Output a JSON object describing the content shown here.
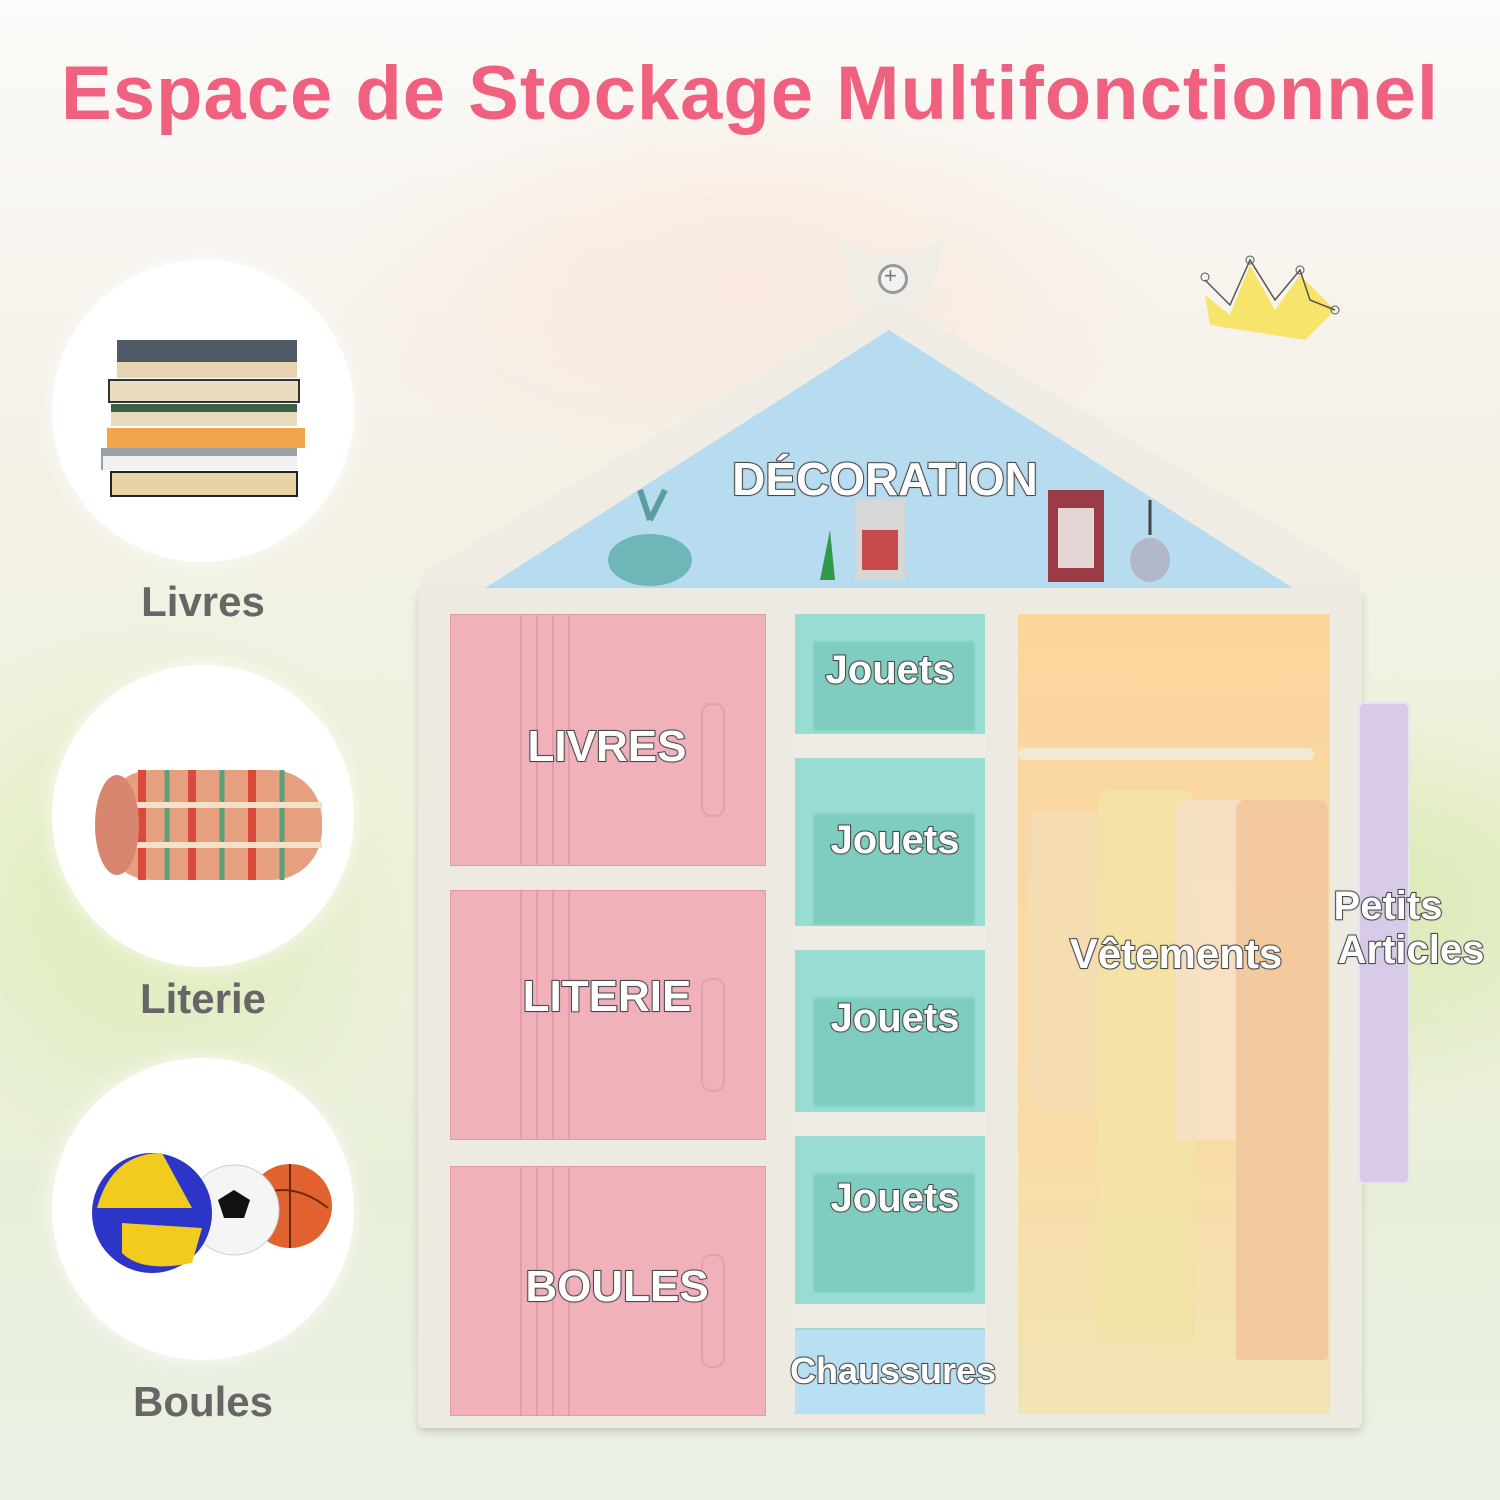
{
  "title": "Espace de Stockage Multifonctionnel",
  "colors": {
    "title": "#f0607f",
    "drawer": "#f0b1bb",
    "bins": "#98dcd3",
    "wardrobe": "#fbd59c",
    "roof": "#b7dbef",
    "pocket": "#d7cbe8"
  },
  "side_items": [
    {
      "label": "Livres",
      "icon": "books-icon"
    },
    {
      "label": "Literie",
      "icon": "blanket-icon"
    },
    {
      "label": "Boules",
      "icon": "balls-icon"
    }
  ],
  "cabinet": {
    "roof_label": "DÉCORATION",
    "drawers": [
      "LIVRES",
      "LITERIE",
      "BOULES"
    ],
    "bins": [
      "Jouets",
      "Jouets",
      "Jouets",
      "Jouets"
    ],
    "bottom_label": "Chaussures",
    "wardrobe_label": "Vêtements",
    "pocket_label_line1": "Petits",
    "pocket_label_line2": "Articles"
  }
}
